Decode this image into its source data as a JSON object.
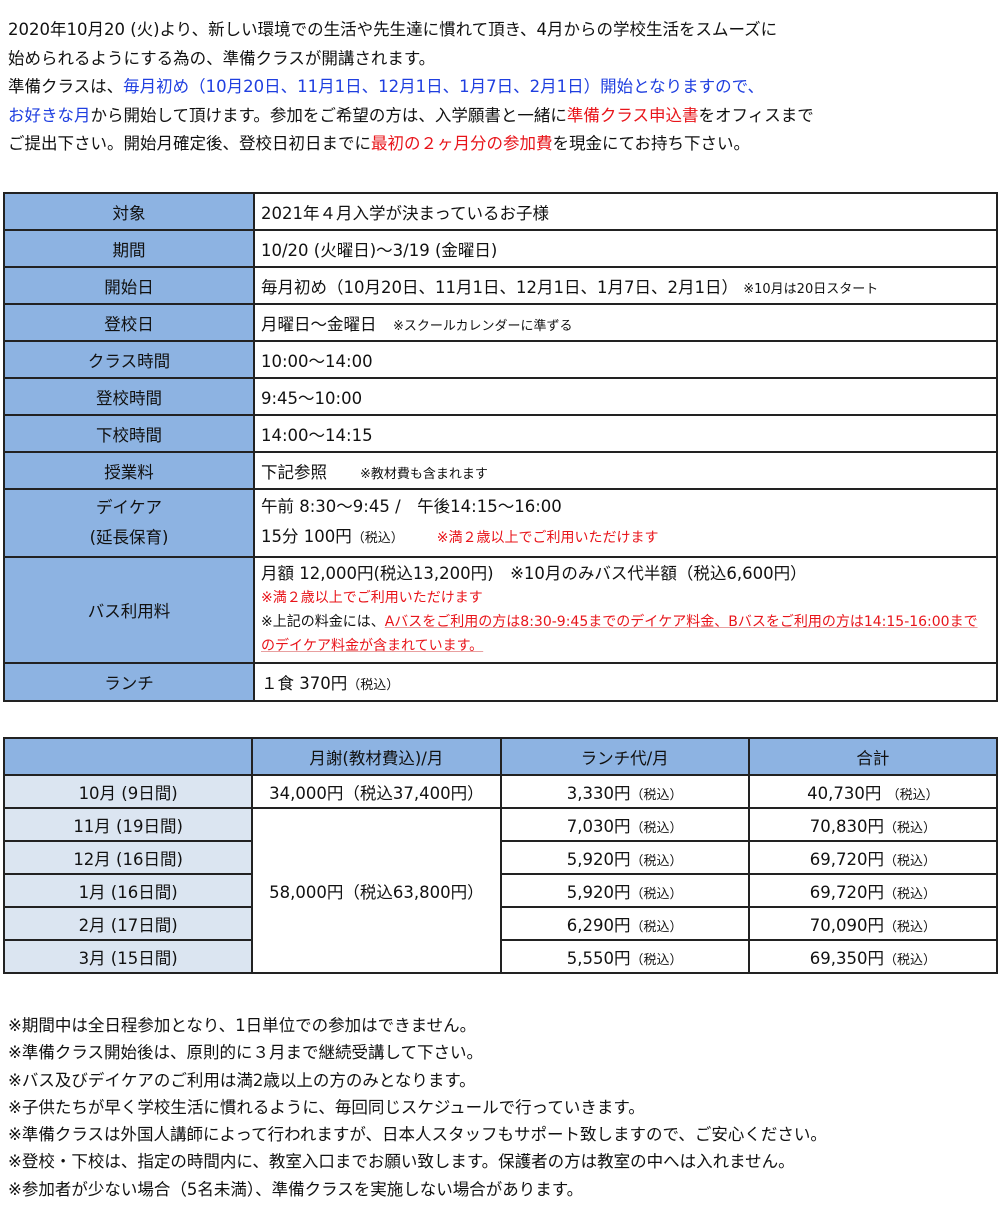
{
  "intro": {
    "l1": "2020年10月20 (火)より、新しい環境での生活や先生達に慣れて頂き、4月からの学校生活をスムーズに",
    "l2": "始められるようにする為の、準備クラスが開講されます。",
    "l3a": "準備クラスは、",
    "l3b": "毎月初め（10月20日、11月1日、12月1日、1月7日、2月1日）開始となりますので、",
    "l4a": "お好きな月",
    "l4b": "から開始して頂けます。参加をご希望の方は、入学願書と一緒に",
    "l4c": "準備クラス申込書",
    "l4d": "をオフィスまで",
    "l5a": "ご提出下さい。開始月確定後、登校日初日までに",
    "l5b": "最初の２ヶ月分の参加費",
    "l5c": "を現金にてお持ち下さい。"
  },
  "info": [
    {
      "k": "対象",
      "v": "2021年４月入学が決まっているお子様"
    },
    {
      "k": "期間",
      "v": "10/20 (火曜日)〜3/19 (金曜日)"
    },
    {
      "k": "開始日",
      "v": "毎月初め（10月20日、11月1日、12月1日、1月7日、2月1日）",
      "note": "※10月は20日スタート"
    },
    {
      "k": "登校日",
      "v": "月曜日〜金曜日",
      "note": "※スクールカレンダーに準ずる"
    },
    {
      "k": "クラス時間",
      "v": "10:00〜14:00"
    },
    {
      "k": "登校時間",
      "v": "9:45〜10:00"
    },
    {
      "k": "下校時間",
      "v": "14:00〜14:15"
    },
    {
      "k": "授業料",
      "v": "下記参照",
      "note": "※教材費も含まれます"
    },
    {
      "k": "デイケア",
      "k2": "(延長保育)",
      "v": "午前 8:30〜9:45 /　午後14:15〜16:00",
      "v2": "15分 100円",
      "tax": "（税込）",
      "red": "※満２歳以上でご利用いただけます"
    },
    {
      "k": "バス利用料",
      "v": "月額 12,000円(税込13,200円)　※10月のみバス代半額（税込6,600円）",
      "red": "※満２歳以上でご利用いただけます",
      "v3": "※上記の料金には、",
      "red2": "Aバスをご利用の方は8:30-9:45までのデイケア料金、Bバスをご利用の方は14:15-16:00までのデイケア料金が含まれています。"
    },
    {
      "k": "ランチ",
      "v": "１食 370円",
      "tax": "（税込）"
    }
  ],
  "fees": {
    "headers": [
      "",
      "月謝(教材費込)/月",
      "ランチ代/月",
      "合計"
    ],
    "tax": "（税込）",
    "oct_fee": "34,000円（税込37,400円）",
    "other_fee": "58,000円（税込63,800円）",
    "rows": [
      {
        "m": "10月 (9日間)",
        "l": "3,330円",
        "t": "40,730円 "
      },
      {
        "m": "11月 (19日間)",
        "l": "7,030円",
        "t": "70,830円"
      },
      {
        "m": "12月 (16日間)",
        "l": "5,920円",
        "t": "69,720円"
      },
      {
        "m": "1月 (16日間)",
        "l": "5,920円",
        "t": "69,720円"
      },
      {
        "m": "2月 (17日間)",
        "l": "6,290円",
        "t": "70,090円"
      },
      {
        "m": "3月 (15日間)",
        "l": "5,550円",
        "t": "69,350円"
      }
    ]
  },
  "notes": [
    "※期間中は全日程参加となり、1日単位での参加はできません。",
    "※準備クラス開始後は、原則的に３月まで継続受講して下さい。",
    "※バス及びデイケアのご利用は満2歳以上の方のみとなります。",
    "※子供たちが早く学校生活に慣れるように、毎回同じスケジュールで行っていきます。",
    "※準備クラスは外国人講師によって行われますが、日本人スタッフもサポート致しますので、ご安心ください。",
    "※登校・下校は、指定の時間内に、教室入口までお願い致します。保護者の方は教室の中へは入れません。",
    "※参加者が少ない場合（5名未満）、準備クラスを実施しない場合があります。"
  ]
}
